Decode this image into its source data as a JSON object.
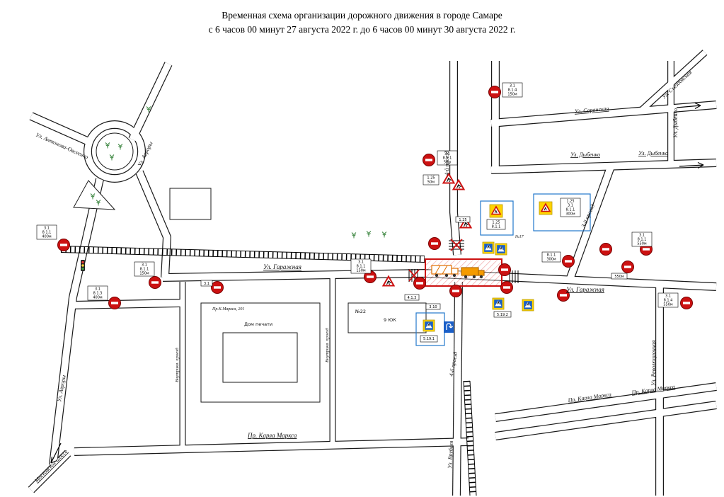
{
  "title": {
    "line1": "Временная схема организации дорожного движения в городе Самаре",
    "line2": "с 6 часов 00 минут 27 августа 2022 г. до 6 часов 00 минут 30 августа 2022 г."
  },
  "streets": {
    "antonova": "Ул. Антонова-Овсеенко",
    "avrory_top": "Ул. Авроры",
    "avrory_bottom": "Ул. Авроры",
    "garazhnaya": "Ул. Гаражная",
    "garazhnaya_right": "Ул. Гаражная",
    "dybenko_a": "Ул. Дыбенко",
    "dybenko_b": "Ул. Дыбенко",
    "dybenko_edge": "Ул. Дыбенко",
    "saranskaya": "Ул. Саранская",
    "sezdovskaya": "Ул. Съездовская",
    "proezd4_top": "4-й проезд",
    "proezd4_bottom": "4-й проезд",
    "proezd3": "3-й проезд",
    "vnutr_a": "Внутрикв. проезд",
    "vnutr_b": "Внутрикв. проезд",
    "revolucionnaya": "Ул. Революционная",
    "karla_marksa": "Пр. Карла Маркса",
    "karla_marksa_r1": "Пр. Карла Маркса",
    "karla_marksa_r2": "Пр. Карла Маркса",
    "moskovskoe": "Московское шоссе",
    "vrubelya": "Ул. Врубеля"
  },
  "buildings": {
    "km201": "Пр.К.Маркса, 201",
    "dom_pechati": "Дом печати",
    "n22": "№22",
    "yuk9": "9 ЮК",
    "n17": "№17"
  },
  "plates": {
    "rail_left": [
      "3.1",
      "8.1.1",
      "400м"
    ],
    "avrora": [
      "3.1",
      "8.1.3",
      "400м"
    ],
    "gar_left1": [
      "3.1",
      "8.1.1",
      "150м"
    ],
    "gar_left2": [
      "3.1"
    ],
    "gar_mid": [
      "3.1",
      "8.1.1",
      "150м"
    ],
    "top_center": [
      "3.1",
      "8.1.1",
      "50м"
    ],
    "top_center_tri": [
      "1.25",
      "50м"
    ],
    "top_right": [
      "3.1",
      "8.1.4",
      "150м"
    ],
    "right_300": [
      "8.1.1",
      "300м"
    ],
    "right_550a": [
      "3.1",
      "8.1.1",
      "550м"
    ],
    "right_550b": [
      "550м"
    ],
    "far_right": [
      "3.1",
      "8.1.4",
      "550м"
    ],
    "center_413": [
      "4.1.3"
    ],
    "center_310": [
      "3.10"
    ],
    "ped_1": [
      "5.19.1"
    ],
    "ped_2": [
      "5.19.2"
    ],
    "works": [
      "1.25"
    ],
    "box_mid": [
      "1.25",
      "8.1.1"
    ],
    "box_right": [
      "1.25",
      "3.1",
      "8.1.1",
      "300м"
    ]
  },
  "colors": {
    "closure_red": "#cc1111",
    "temp_yellow": "#ffd300",
    "sign_blue": "#1a5fc8",
    "detour_frame_blue": "#2277cc"
  }
}
